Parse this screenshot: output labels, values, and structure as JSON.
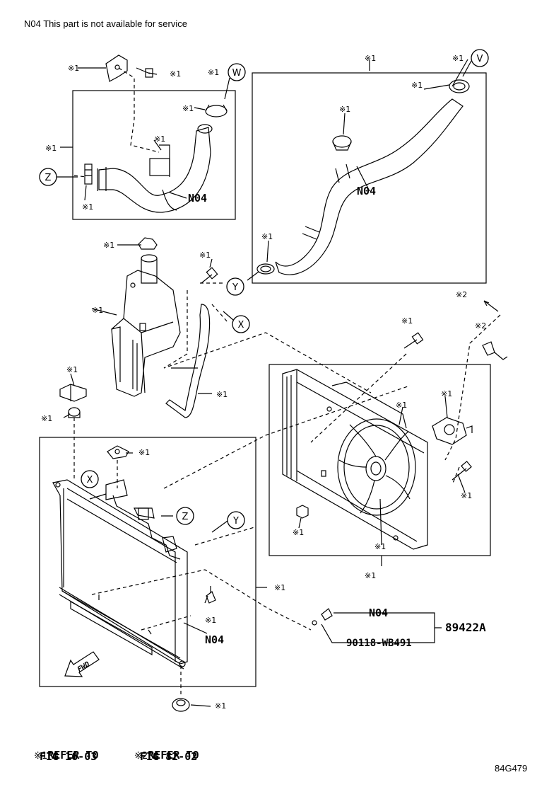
{
  "header": {
    "note": "N04 This part is not available for service"
  },
  "ref_mark": "※1",
  "ref_mark_2": "※2",
  "letters": {
    "v": "V",
    "w": "W",
    "x": "X",
    "y": "Y",
    "z": "Z"
  },
  "part_codes": {
    "n04": "N04",
    "assembly": "89422A",
    "bolt": "90118-WB491",
    "fwd": "FWD"
  },
  "legend": {
    "ref1_mark": "※1",
    "ref1_text": "REFER TO",
    "ref1_fig": "FIG 16-03",
    "ref2_mark": "※2",
    "ref2_text": "REFER TO",
    "ref2_fig": "FIG 82-02"
  },
  "figure_id": "84G479"
}
